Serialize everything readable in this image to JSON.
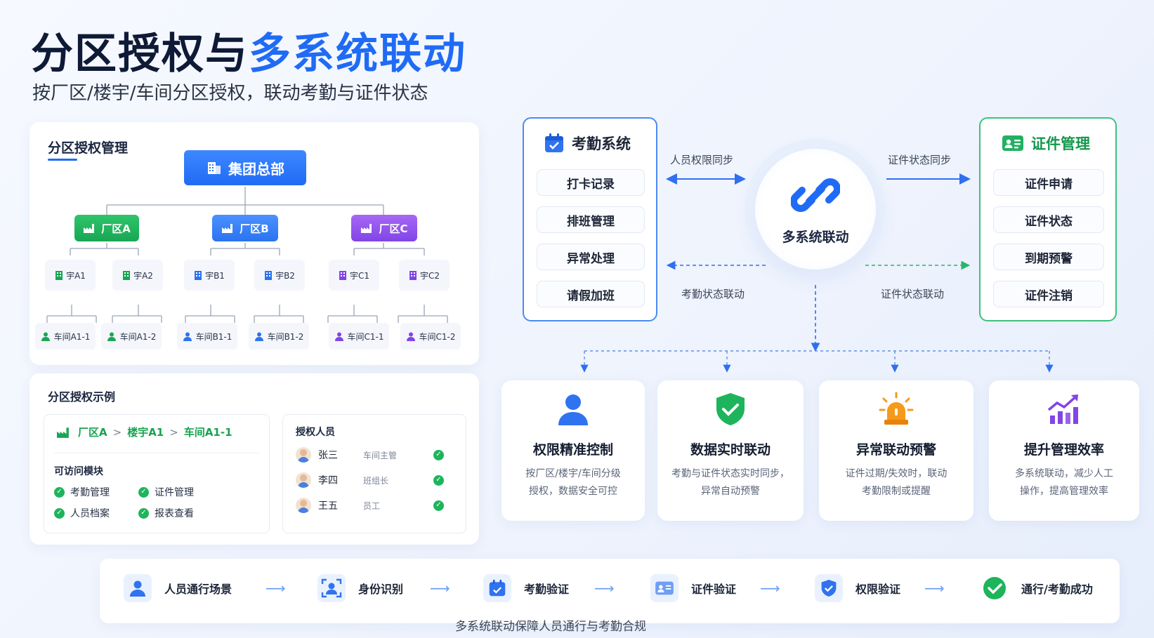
{
  "header": {
    "title_part1": "分区授权与",
    "title_part2": "多系统联动",
    "subtitle": "按厂区/楼宇/车间分区授权，联动考勤与证件状态"
  },
  "zone_mgmt": {
    "title": "分区授权管理",
    "root": "集团总部",
    "zones": [
      {
        "label": "厂区A",
        "buildings": [
          "宇A1",
          "宇A2"
        ],
        "workshops": [
          "车间A1-1",
          "车间A1-2"
        ]
      },
      {
        "label": "厂区B",
        "buildings": [
          "宇B1",
          "宇B2"
        ],
        "workshops": [
          "车间B1-1",
          "车间B1-2"
        ]
      },
      {
        "label": "厂区C",
        "buildings": [
          "宇C1",
          "宇C2"
        ],
        "workshops": [
          "车间C1-1",
          "车间C1-2"
        ]
      }
    ]
  },
  "example": {
    "title": "分区授权示例",
    "breadcrumb": [
      "厂区A",
      "楼宇A1",
      "车间A1-1"
    ],
    "breadcrumb_sep": ">",
    "modules_title": "可访问模块",
    "modules": [
      "考勤管理",
      "证件管理",
      "人员档案",
      "报表查看"
    ],
    "people_title": "授权人员",
    "people": [
      {
        "name": "张三",
        "role": "车间主管"
      },
      {
        "name": "李四",
        "role": "班组长"
      },
      {
        "name": "王五",
        "role": "员工"
      }
    ]
  },
  "attendance": {
    "title": "考勤系统",
    "items": [
      "打卡记录",
      "排班管理",
      "异常处理",
      "请假加班"
    ]
  },
  "certificate": {
    "title": "证件管理",
    "items": [
      "证件申请",
      "证件状态",
      "到期预警",
      "证件注销"
    ]
  },
  "hub": {
    "label": "多系统联动"
  },
  "flows": {
    "top_left": "人员权限同步",
    "top_right": "证件状态同步",
    "bottom_left": "考勤状态联动",
    "bottom_right": "证件状态联动"
  },
  "features": [
    {
      "title": "权限精准控制",
      "desc_line1": "按厂区/楼宇/车间分级",
      "desc_line2": "授权，数据安全可控"
    },
    {
      "title": "数据实时联动",
      "desc_line1": "考勤与证件状态实时同步，",
      "desc_line2": "异常自动预警"
    },
    {
      "title": "异常联动预警",
      "desc_line1": "证件过期/失效时，联动",
      "desc_line2": "考勤限制或提醒"
    },
    {
      "title": "提升管理效率",
      "desc_line1": "多系统联动，减少人工",
      "desc_line2": "操作，提高管理效率"
    }
  ],
  "process": {
    "steps": [
      "人员通行场景",
      "身份识别",
      "考勤验证",
      "证件验证",
      "权限验证",
      "通行/考勤成功"
    ],
    "arrow": "⟶",
    "footer": "多系统联动保障人员通行与考勤合规"
  },
  "colors": {
    "primary": "#1f6bf5",
    "zone_a": "#18a653",
    "zone_b": "#2b73f0",
    "zone_c": "#8244e6",
    "success": "#1eb45c",
    "warning": "#f59a1b"
  }
}
